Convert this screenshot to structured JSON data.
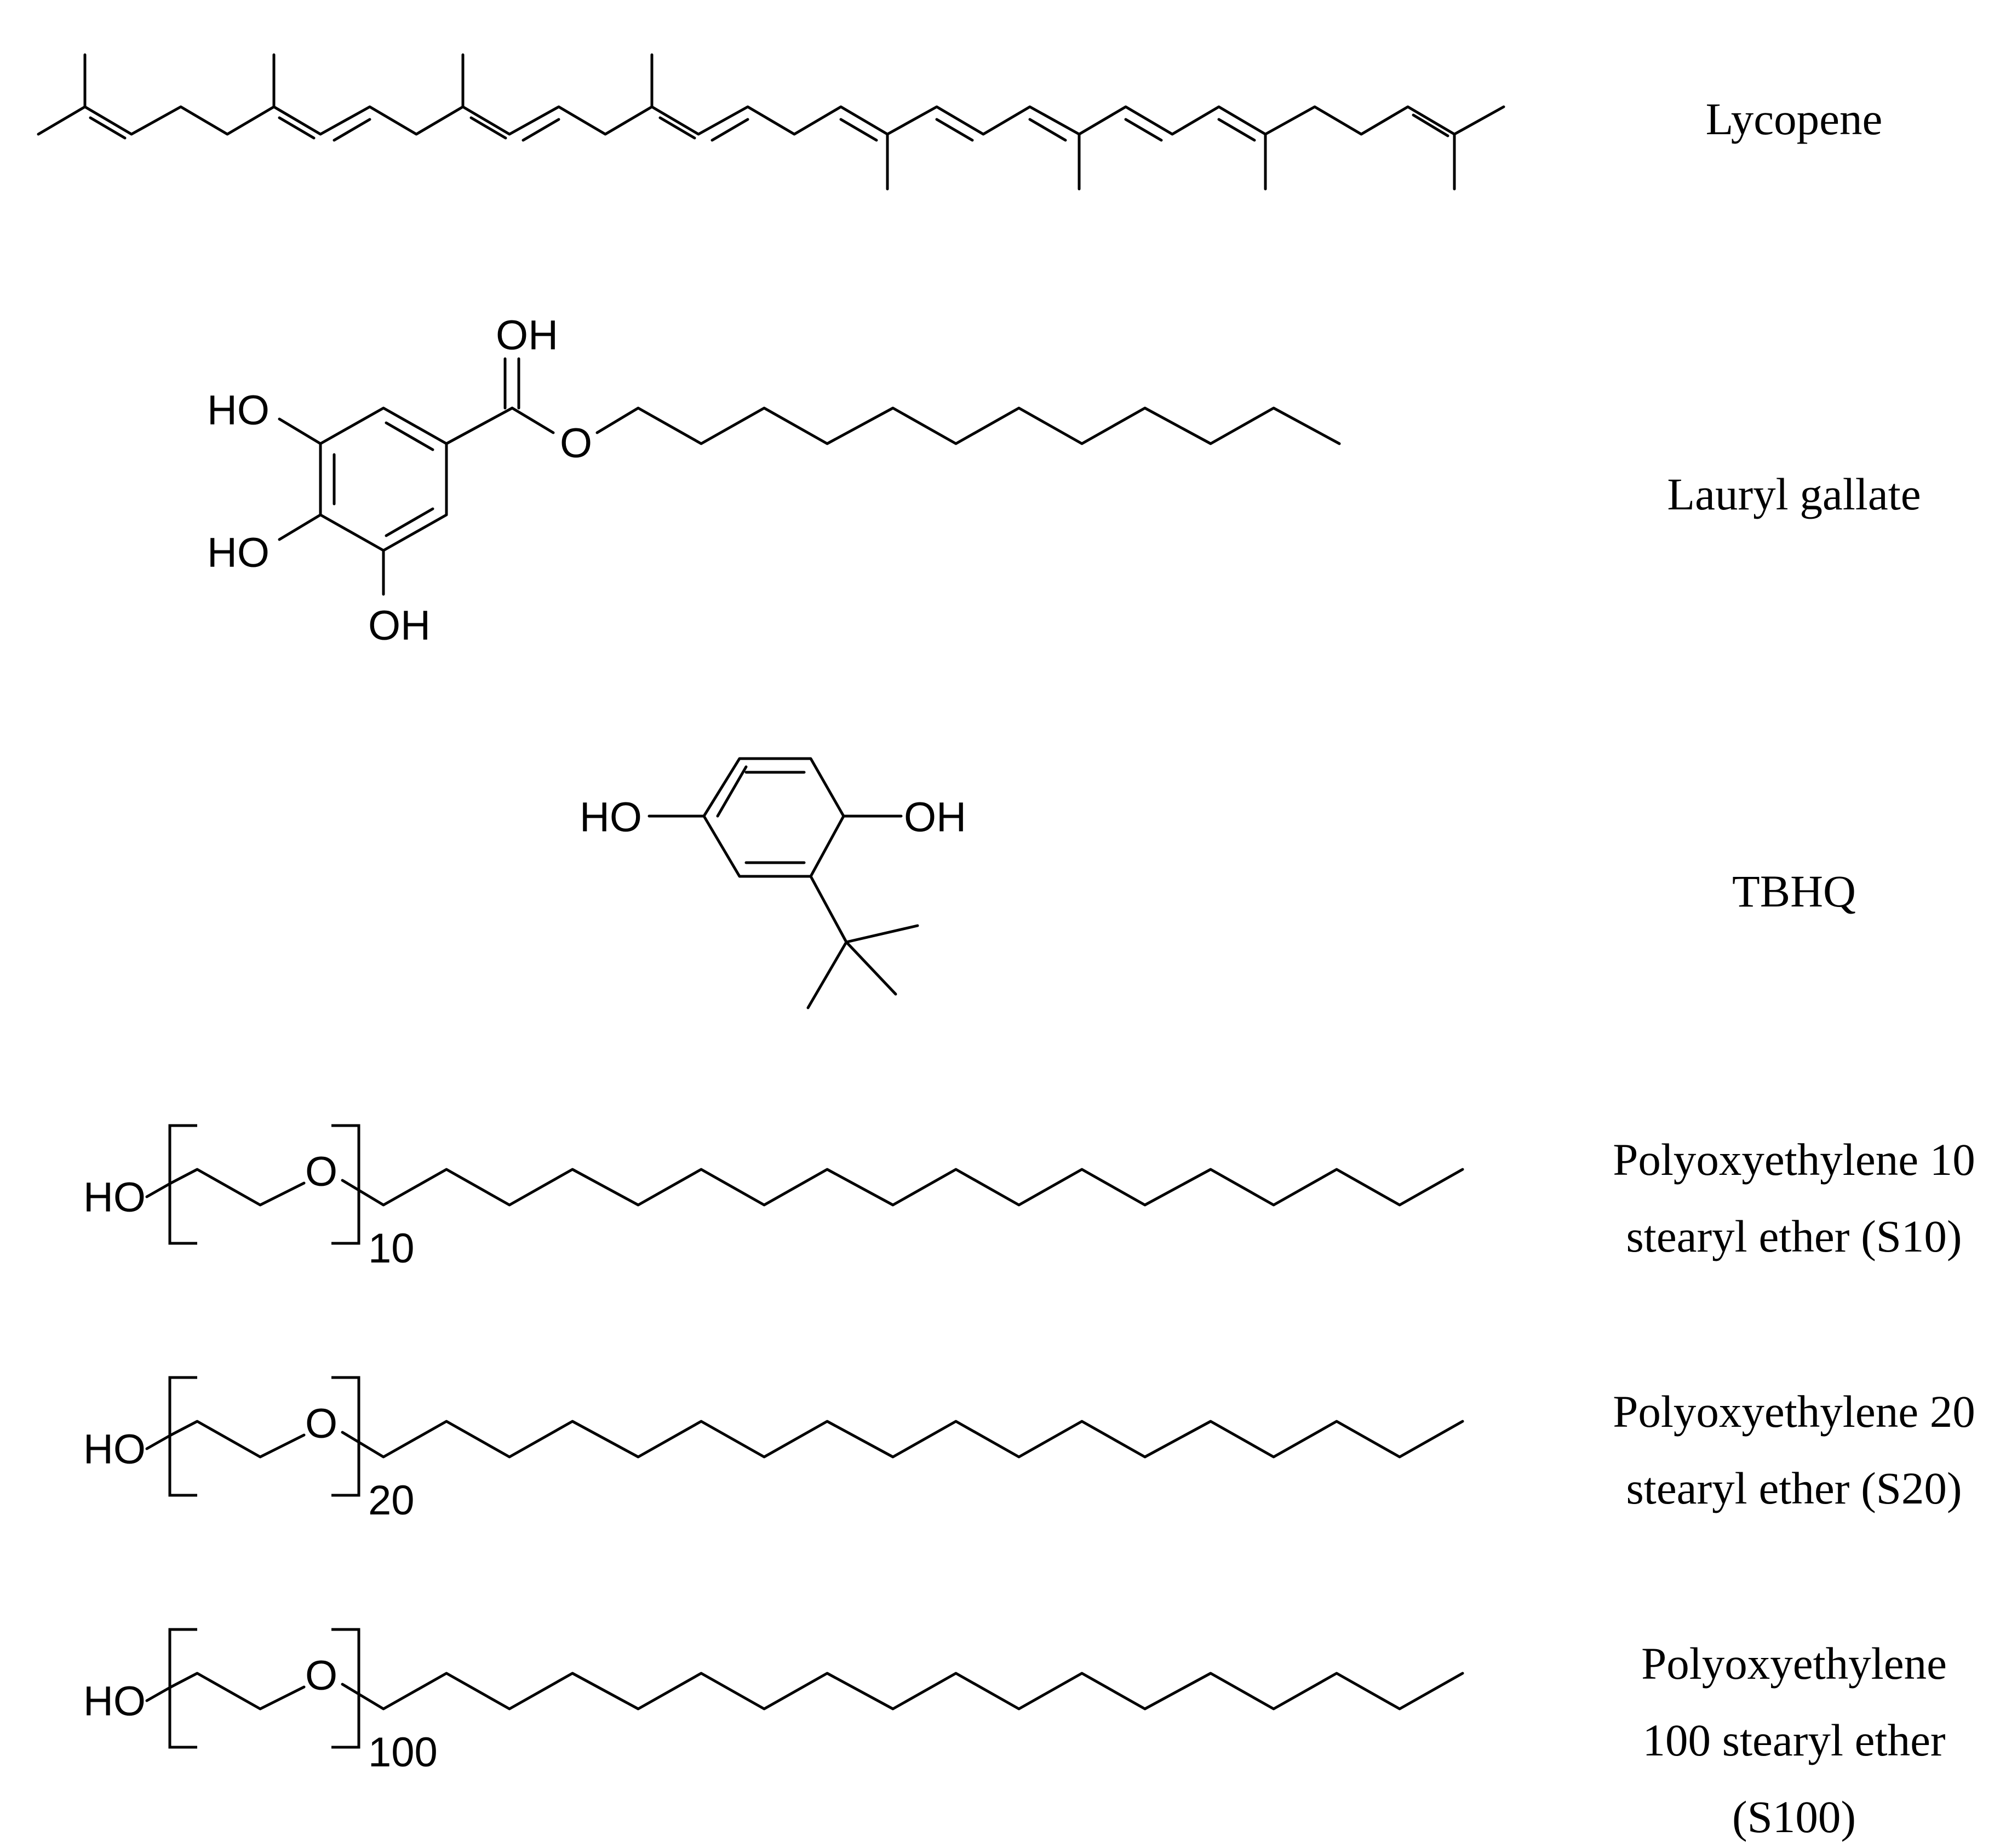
{
  "compounds": [
    {
      "id": "lycopene",
      "name_lines": [
        "Lycopene"
      ]
    },
    {
      "id": "lauryl-gallate",
      "name_lines": [
        "Lauryl gallate"
      ]
    },
    {
      "id": "tbhq",
      "name_lines": [
        "TBHQ"
      ]
    },
    {
      "id": "s10",
      "name_lines": [
        "Polyoxyethylene 10",
        "stearyl ether (S10)"
      ],
      "repeat_count": "10"
    },
    {
      "id": "s20",
      "name_lines": [
        "Polyoxyethylene 20",
        "stearyl ether (S20)"
      ],
      "repeat_count": "20"
    },
    {
      "id": "s100",
      "name_lines": [
        "Polyoxyethylene",
        "100 stearyl ether",
        "(S100)"
      ],
      "repeat_count": "100"
    }
  ],
  "atom_labels": {
    "hydroxyl_right": "OH",
    "hydroxyl_left": "HO",
    "oxygen": "O"
  }
}
